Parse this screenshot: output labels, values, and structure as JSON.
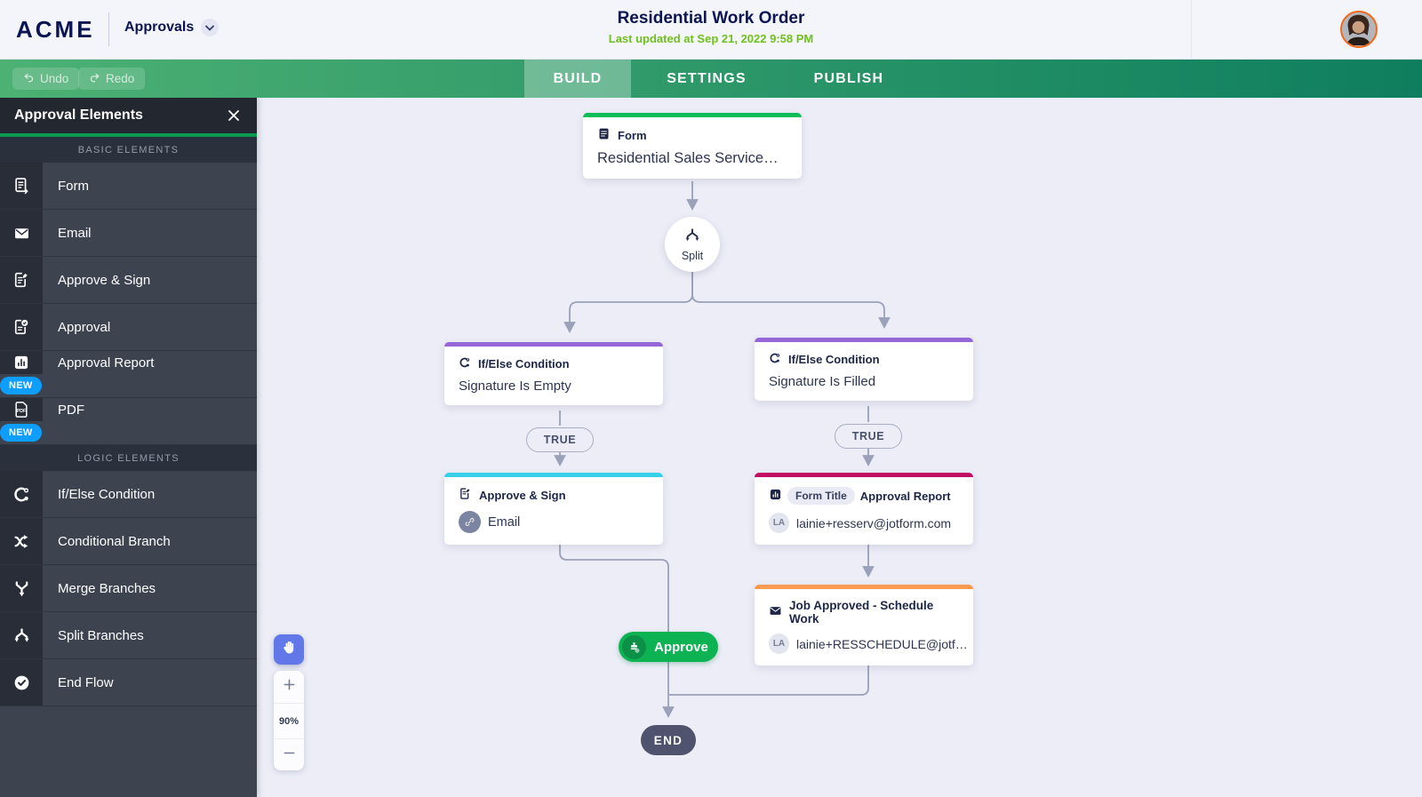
{
  "header": {
    "logo": "ACME",
    "nav_label": "Approvals",
    "title": "Residential Work Order",
    "subtitle": "Last updated at Sep 21, 2022 9:58 PM"
  },
  "toolbar": {
    "undo_label": "Undo",
    "redo_label": "Redo",
    "active_tab": "BUILD",
    "tabs": [
      {
        "label": "BUILD"
      },
      {
        "label": "SETTINGS"
      },
      {
        "label": "PUBLISH"
      }
    ]
  },
  "sidebar": {
    "title": "Approval Elements",
    "sections": [
      {
        "label": "BASIC ELEMENTS",
        "items": [
          {
            "label": "Form"
          },
          {
            "label": "Email"
          },
          {
            "label": "Approve & Sign"
          },
          {
            "label": "Approval"
          },
          {
            "label": "Approval Report",
            "badge": "NEW"
          },
          {
            "label": "PDF",
            "badge": "NEW"
          }
        ]
      },
      {
        "label": "LOGIC ELEMENTS",
        "items": [
          {
            "label": "If/Else Condition"
          },
          {
            "label": "Conditional Branch"
          },
          {
            "label": "Merge Branches"
          },
          {
            "label": "Split Branches"
          },
          {
            "label": "End Flow"
          }
        ]
      }
    ]
  },
  "canvas": {
    "zoom_level": "90%",
    "nodes": {
      "form": {
        "type_label": "Form",
        "title": "Residential Sales Service…",
        "accent": "#0cbc59"
      },
      "split": {
        "label": "Split"
      },
      "cond_left": {
        "type_label": "If/Else Condition",
        "title": "Signature Is Empty",
        "accent": "#9466d8",
        "branch_label": "TRUE"
      },
      "cond_right": {
        "type_label": "If/Else Condition",
        "title": "Signature Is Filled",
        "accent": "#9466d8",
        "branch_label": "TRUE"
      },
      "approve_sign": {
        "type_label": "Approve & Sign",
        "linked_item": "Email",
        "accent": "#38cfe9"
      },
      "approval_report": {
        "prefix_pill": "Form Title",
        "type_label": "Approval Report",
        "recipient": "lainie+resserv@jotform.com",
        "avatar_initials": "LA",
        "accent": "#c00f63"
      },
      "job_approved": {
        "title": "Job Approved - Schedule Work",
        "recipient": "lainie+RESSCHEDULE@jotf…",
        "avatar_initials": "LA",
        "accent": "#f89b51"
      },
      "approve_action": {
        "label": "Approve",
        "color": "#0db253"
      },
      "end": {
        "label": "END",
        "color": "#50536d"
      }
    }
  },
  "colors": {
    "brand_navy": "#0a1551",
    "updated_green": "#6fc11e",
    "toolbar_gradient_start": "#4cb173",
    "toolbar_gradient_end": "#0e7e5e",
    "new_badge_blue": "#0d9eff",
    "sidebar_accent_green": "#0a9b50",
    "hand_tool_purple": "#6277e8",
    "connector_gray": "#9aa1b8"
  }
}
